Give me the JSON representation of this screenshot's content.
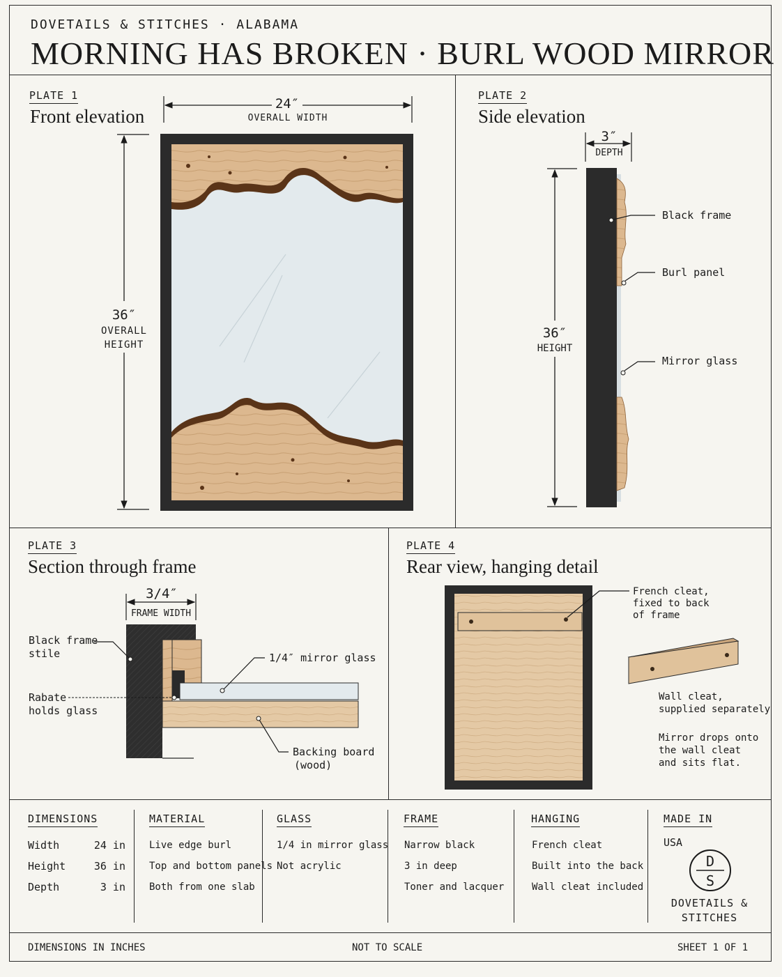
{
  "header": {
    "studio": "DOVETAILS & STITCHES · ALABAMA",
    "title": "MORNING HAS BROKEN · BURL WOOD MIRROR"
  },
  "plates": [
    {
      "number": "PLATE 1",
      "title": "Front elevation",
      "dims": {
        "width_value": "24″",
        "width_label": "OVERALL WIDTH",
        "height_value": "36″",
        "height_label_1": "OVERALL",
        "height_label_2": "HEIGHT"
      }
    },
    {
      "number": "PLATE 2",
      "title": "Side elevation",
      "dims": {
        "depth_value": "3″",
        "depth_label": "DEPTH",
        "height_value": "36″",
        "height_label": "HEIGHT"
      },
      "callouts": [
        "Black frame",
        "Burl panel",
        "Mirror glass"
      ]
    },
    {
      "number": "PLATE 3",
      "title": "Section through frame",
      "dims": {
        "frame_value": "3/4″",
        "frame_label": "FRAME WIDTH"
      },
      "callouts": {
        "stile_1": "Black frame",
        "stile_2": "stile",
        "rabate_1": "Rabate",
        "rabate_2": "holds glass",
        "glass": "1/4″ mirror glass",
        "backing_1": "Backing board",
        "backing_2": "(wood)"
      }
    },
    {
      "number": "PLATE 4",
      "title": "Rear view, hanging detail",
      "callouts": {
        "cleat_1": "French cleat,",
        "cleat_2": "fixed to back",
        "cleat_3": "of frame",
        "wall_1": "Wall cleat,",
        "wall_2": "supplied separately",
        "drop_1": "Mirror drops onto",
        "drop_2": "the wall cleat",
        "drop_3": "and sits flat."
      }
    }
  ],
  "specs": {
    "dimensions": {
      "heading": "DIMENSIONS",
      "rows": [
        {
          "label": "Width",
          "value": "24 in"
        },
        {
          "label": "Height",
          "value": "36 in"
        },
        {
          "label": "Depth",
          "value": "3 in"
        }
      ]
    },
    "material": {
      "heading": "MATERIAL",
      "lines": [
        "Live edge burl",
        "Top and bottom panels",
        "Both from one slab"
      ]
    },
    "glass": {
      "heading": "GLASS",
      "lines": [
        "1/4 in mirror glass",
        "Not acrylic"
      ]
    },
    "frame": {
      "heading": "FRAME",
      "lines": [
        "Narrow black",
        "3 in deep",
        "Toner and lacquer"
      ]
    },
    "hanging": {
      "heading": "HANGING",
      "lines": [
        "French cleat",
        "Built into the back",
        "Wall cleat included"
      ]
    },
    "made_in": {
      "heading": "MADE IN",
      "value": "USA",
      "logo_letters": [
        "D",
        "S"
      ],
      "brand_1": "DOVETAILS &",
      "brand_2": "STITCHES"
    }
  },
  "footer": {
    "left": "DIMENSIONS IN INCHES",
    "center": "NOT TO SCALE",
    "right": "SHEET 1 OF 1"
  },
  "colors": {
    "frame": "#2b2b2b",
    "burl": "#d9b48a",
    "burl_edge": "#5a3418",
    "glass": "#e3eaed",
    "paper": "#f6f5f0",
    "line": "#2a2a2a",
    "backing": "#e3c9a6"
  }
}
